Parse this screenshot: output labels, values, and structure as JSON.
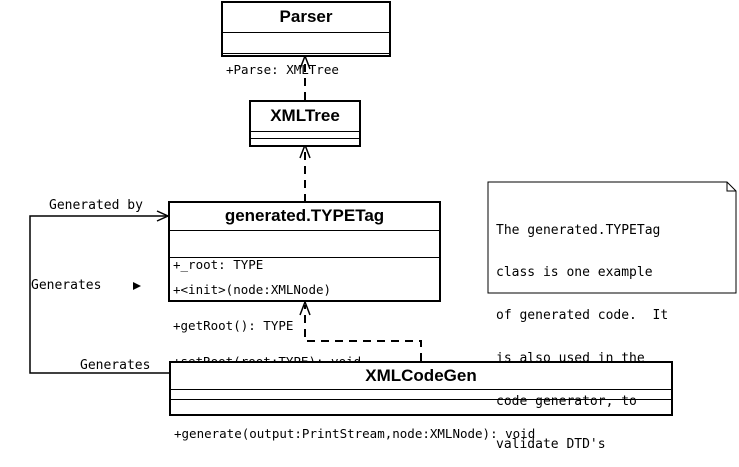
{
  "classes": {
    "parser": {
      "name": "Parser",
      "operations": [
        "+Parse: XMLTree"
      ]
    },
    "xmltree": {
      "name": "XMLTree"
    },
    "typetag": {
      "name": "generated.TYPETag",
      "attributes": [
        "+_root: TYPE"
      ],
      "operations": [
        "+<init>(node:XMLNode)",
        "+getRoot(): TYPE",
        "+setRoot(root:TYPE): void"
      ]
    },
    "codegen": {
      "name": "XMLCodeGen",
      "operations": [
        "+generate(output:PrintStream,node:XMLNode): void"
      ]
    }
  },
  "associations": {
    "generated_by": "Generated by",
    "generates_left": "Generates",
    "generates_bottom": "Generates"
  },
  "note": {
    "lines": [
      "The generated.TYPETag",
      "class is one example",
      "of generated code.  It",
      "is also used in the",
      "code generator, to",
      "validate DTD's"
    ]
  }
}
